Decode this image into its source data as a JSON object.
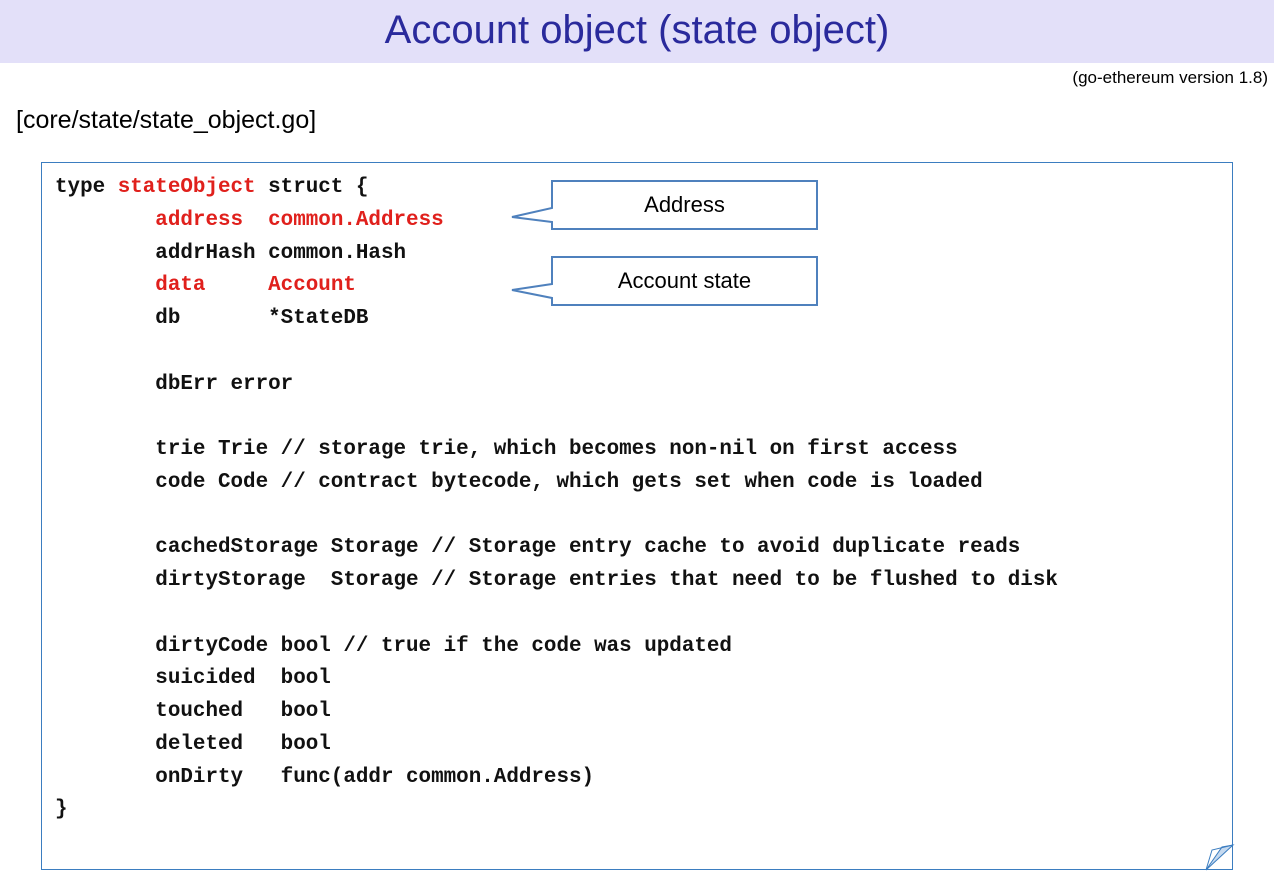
{
  "header": {
    "title": "Account object (state object)",
    "version": "(go-ethereum version 1.8)"
  },
  "file_path": "[core/state/state_object.go]",
  "code": {
    "line1": {
      "kw": "type ",
      "name": "stateObject",
      "rest": " struct {"
    },
    "address_field": "address",
    "address_type": "common.Address",
    "addrHash_line": "addrHash common.Hash",
    "data_field": "data",
    "data_type": "Account",
    "db_line": "db       *StateDB",
    "dbErr_line": "dbErr error",
    "trie_line": "trie Trie // storage trie, which becomes non-nil on first access",
    "code_line": "code Code // contract bytecode, which gets set when code is loaded",
    "cachedStorage_line": "cachedStorage Storage // Storage entry cache to avoid duplicate reads",
    "dirtyStorage_line": "dirtyStorage  Storage // Storage entries that need to be flushed to disk",
    "dirtyCode_line": "dirtyCode bool // true if the code was updated",
    "suicided_line": "suicided  bool",
    "touched_line": "touched   bool",
    "deleted_line": "deleted   bool",
    "onDirty_line": "onDirty   func(addr common.Address)",
    "closing": "}"
  },
  "callouts": {
    "address": "Address",
    "account_state": "Account state"
  },
  "colors": {
    "title": "#2a2a9c",
    "title_bar": "#e3e0f9",
    "highlight": "#e0201c",
    "box_border": "#3b7dc0"
  }
}
